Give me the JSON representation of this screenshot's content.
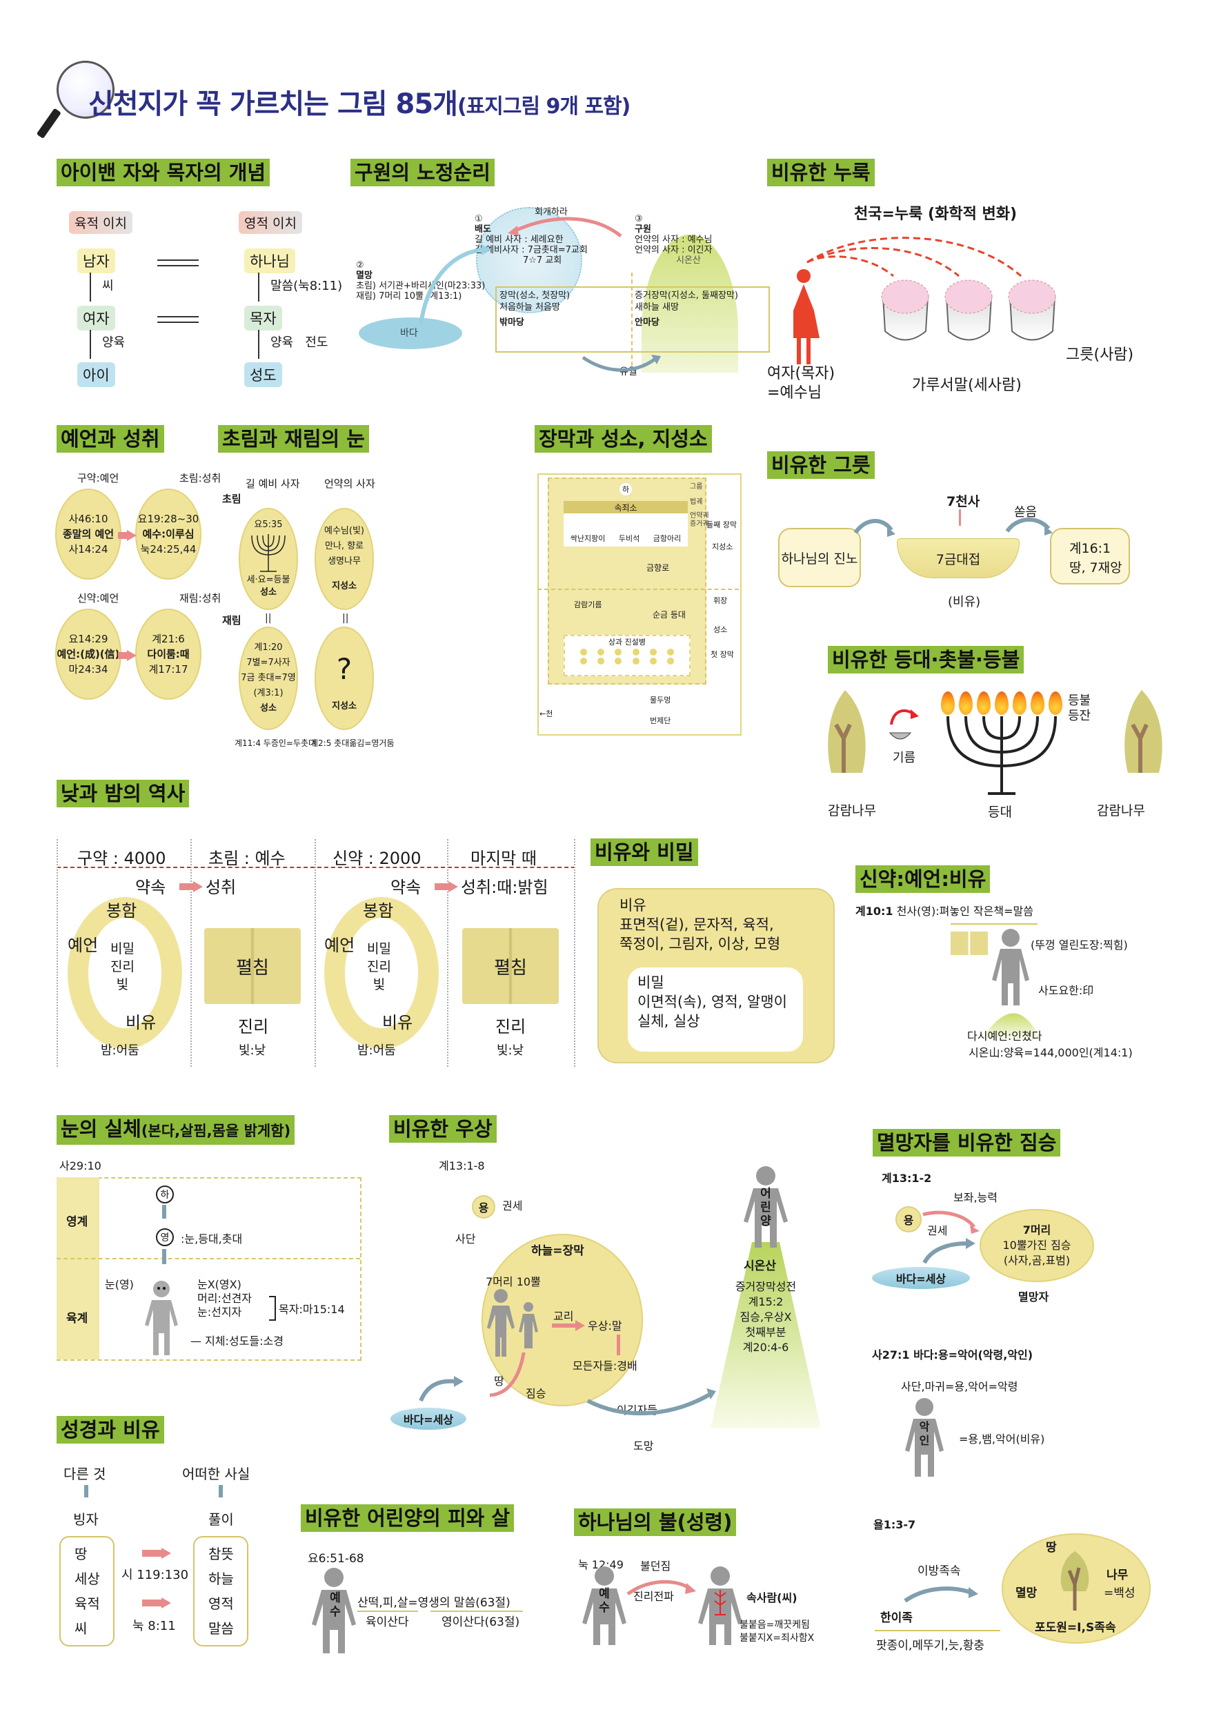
{
  "page": {
    "title": "신천지가 꼭 가르치는 그림 85개",
    "title_suffix": "(표지그림 9개 포함)"
  },
  "colors": {
    "title": "#2b2f86",
    "section_header_bg": "#8dbb3a",
    "oval_fill": "#f0e49b",
    "pink_arrow": "#e88a8a",
    "blue_arrow": "#7f9eae",
    "person_gray": "#999999",
    "flame_orange": "#f0812b"
  },
  "sec1": {
    "header": "아이밴 자와 목자의 개념",
    "left_label": "육적 이치",
    "right_label": "영적 이치",
    "left": [
      "남자",
      "씨",
      "여자",
      "양육",
      "아이"
    ],
    "right": [
      "하나님",
      "말씀(눅8:11)",
      "목자",
      "양육   전도",
      "성도"
    ]
  },
  "sec2": {
    "header": "구원의 노정순리",
    "p1_num": "①",
    "p1_title": "배도",
    "p1_l1": "길 예비 사자 : 세례요한",
    "p1_l2": "길 예비사자 : 7금촛대=7교회",
    "p1_l3": "7☆7 교회",
    "repent": "회개하라",
    "p3_num": "③",
    "p3_title": "구원",
    "p3_l1": "언약의 사자 : 예수님",
    "p3_l2": "언약의 사자 : 이긴자",
    "zion": "시온산",
    "p2_num": "②",
    "p2_title": "멸망",
    "p2_l1": "초림) 서기관+바리새인(마23:33)",
    "p2_l2": "재림) 7머리 10뿔 (계13:1)",
    "sea": "바다",
    "tab1_l1": "장막(성소, 첫장막)",
    "tab1_l2": "처음하늘 처음땅",
    "tab1_l3": "밖마당",
    "tab2_l1": "증거장막(지성소, 둘째장막)",
    "tab2_l2": "새하늘 새땅",
    "tab2_l3": "안마당",
    "passover": "유월"
  },
  "sec3": {
    "header": "비유한 누룩",
    "heaven": "천국=누룩 (화학적 변화)",
    "woman": "여자(목자)",
    "woman2": "=예수님",
    "flour": "가루서말(세사람)",
    "bowl": "그릇(사람)"
  },
  "sec4": {
    "header": "예언과 성취",
    "cells": [
      {
        "caption": "구약:예언",
        "l1": "사46:10",
        "l2": "종말의 예언",
        "l3": "사14:24"
      },
      {
        "caption": "초림:성취",
        "l1": "요19:28~30",
        "l2": "예수:이루심",
        "l3": "눅24:25,44"
      },
      {
        "caption": "신약:예언",
        "l1": "요14:29",
        "l2": "예언:(成)(信)",
        "l3": "마24:34"
      },
      {
        "caption": "재림:성취",
        "l1": "계21:6",
        "l2": "다이룸:때",
        "l3": "계17:17"
      }
    ]
  },
  "sec5": {
    "header": "초림과 재림의 눈",
    "col1": "길 예비 사자",
    "col2": "언약의 사자",
    "row1": "초림",
    "row2": "재림",
    "e1_top": "요5:35",
    "e1_mid": "세·요=등불",
    "e1_bot": "성소",
    "e2_l1": "예수님(빛)",
    "e2_l2": "만나, 향로",
    "e2_l3": "생명나무",
    "e2_bot": "지성소",
    "e3_l1": "계1:20",
    "e3_l2": "7별=7사자",
    "e3_l3": "7금 촛대=7영",
    "e3_l4": "(계3:1)",
    "e3_bot": "성소",
    "e4_q": "?",
    "e4_bot": "지성소",
    "eq": "||",
    "foot1": "계11:4 두증인=두촛대",
    "foot2": "계2:5 촛대옮김=영거둠"
  },
  "sec6": {
    "header": "장막과 성소, 지성소",
    "ha": "하",
    "mercy": "속죄소",
    "items": [
      "싹난지팡이",
      "두비석",
      "금항아리"
    ],
    "right_labels": [
      "그룹",
      "법궤",
      "언약궤",
      "증거궤",
      "둘째 장막",
      "지성소",
      "휘장",
      "성소",
      "첫 장막"
    ],
    "incense": "금향로",
    "oil": "감람기름",
    "lamp": "순금 등대",
    "bread": "상과 진설병",
    "laver": "물두멍",
    "altar": "번제단",
    "gate": "←천"
  },
  "sec7": {
    "header": "비유한 그릇",
    "left": "하나님의 진노",
    "angel": "7천사",
    "pour": "쏟음",
    "bowl": "7금대접",
    "bowl_note": "(비유)",
    "right_l1": "계16:1",
    "right_l2": "땅, 7재앙"
  },
  "sec8": {
    "header": "비유한 등대·촛불·등불",
    "tree": "감람나무",
    "oil": "기름",
    "lamp": "등대",
    "flame1": "등불",
    "flame2": "등잔",
    "flame_count": 7
  },
  "sec9": {
    "header": "낮과 밤의 역사",
    "periods": [
      "구약 : 4000",
      "초림 : 예수",
      "신약 : 2000",
      "마지막 때"
    ],
    "promise": "약속",
    "fulfill1": "성취",
    "fulfill2": "성취:때:밝힘",
    "ring_top": "봉함",
    "ring_left": "예언",
    "ring_inner": [
      "비밀",
      "진리",
      "빛"
    ],
    "ring_bottom": "비유",
    "book": "펼침",
    "truth": "진리",
    "night": "밤:어둠",
    "day": "빛:낮"
  },
  "sec10": {
    "header": "비유와 비밀",
    "outer_title": "비유",
    "outer_l1": "표면적(겉), 문자적, 육적,",
    "outer_l2": "쭉정이, 그림자, 이상, 모형",
    "inner_title": "비밀",
    "inner_l1": "이면적(속), 영적, 알맹이",
    "inner_l2": "실체, 실상"
  },
  "sec11": {
    "header": "신약:예언:비유",
    "line1_ref": "계10:1",
    "line1": "천사(영):펴놓인 작은책=말씀",
    "seal": "(뚜껑 열린도장:찍힘)",
    "john": "사도요한:印",
    "again": "다시예언:인쳤다",
    "zion": "시온山:양육=144,000인(계14:1)"
  },
  "sec12": {
    "header": "눈의 실체",
    "header_sub": "(본다,살핌,몸을 밝게함)",
    "ref": "사29:10",
    "spirit_world": "영계",
    "flesh_world": "육계",
    "ha": "하",
    "yeong": "영",
    "yeong_desc": ":눈,등대,촛대",
    "eye_yes": "눈(영)",
    "eye_no": "눈X(영X)",
    "head": "머리:선견자",
    "eye": "눈:선지자",
    "pastor": "목자:마15:14",
    "body": "지체:성도들:소경"
  },
  "sec13": {
    "header": "비유한 우상",
    "ref": "계13:1-8",
    "dragon": "용",
    "power": "권세",
    "satan": "사단",
    "heaven": "하늘=장막",
    "heads": "7머리 10뿔",
    "doctrine": "교리",
    "idol": "우상:말",
    "worship": "모든자들:경배",
    "land": "땅",
    "beast": "짐승",
    "sea": "바다=세상",
    "winners": "이긴자들",
    "flee": "도망",
    "lamb": "어린양",
    "zion": "시온산",
    "temple": "증거장막성전",
    "r1": "계15:2",
    "r2": "짐승,우상X",
    "r3": "첫째부분",
    "r4": "계20:4-6"
  },
  "sec14": {
    "header": "멸망자를 비유한 짐승",
    "ref": "계13:1-2",
    "assist": "보좌,능력",
    "dragon": "용",
    "power": "권세",
    "sea": "바다=세상",
    "beast_l1": "7머리",
    "beast_l2": "10뿔가진 짐승",
    "beast_l3": "(사자,곰,표범)",
    "destroyer": "멸망자",
    "ref2": "사27:1 바다:용=악어(악령,악인)",
    "satan_line": "사단,마귀=용,악어=악령",
    "evil": "악인",
    "evil_eq": "=용,뱀,악어(비유)"
  },
  "sec15": {
    "header": "성경과 비유",
    "col1": "다른 것",
    "col2": "어떠한 사실",
    "h1": "빙자",
    "h2": "풀이",
    "left_items": [
      "땅",
      "세상",
      "육적",
      "씨"
    ],
    "right_items": [
      "참뜻",
      "하늘",
      "영적",
      "말씀"
    ],
    "ref1": "시 119:130",
    "ref2": "눅 8:11"
  },
  "sec16": {
    "header": "비유한 어린양의 피와 살",
    "ref": "요6:51-68",
    "jesus": "예수",
    "l1": "산떡,피,살=영생의 말씀(63절)",
    "l2a": "육이산다",
    "l2b": "영이산다(63절)"
  },
  "sec17": {
    "header": "하나님의 불(성령)",
    "ref": "눅 12:49",
    "jesus": "예수",
    "throw": "불던짐",
    "spread": "진리전파",
    "inner": "속사람(씨)",
    "b1": "불붙음=깨끗케됨",
    "b2": "불붙지X=죄사함X"
  },
  "sec18": {
    "ref": "욜1:3-7",
    "foreign": "이방족속",
    "tribe": "한이족",
    "pests": "팟종이,메뚜기,늣,황충",
    "land": "땅",
    "destroy": "멸망",
    "tree": "나무",
    "tree_eq": "=백성",
    "vineyard": "포도원=I,S족속"
  }
}
